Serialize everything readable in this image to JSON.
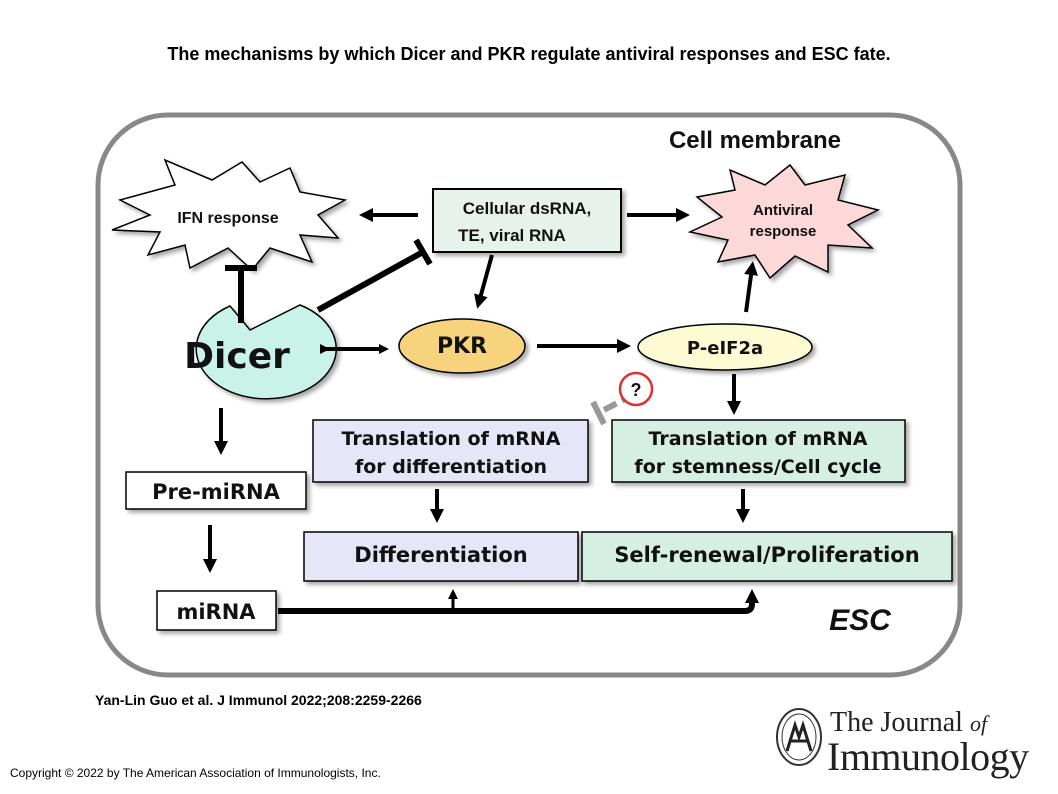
{
  "title": "The mechanisms by which Dicer and PKR regulate antiviral responses and ESC fate.",
  "diagram": {
    "cell_membrane": "Cell membrane",
    "esc": "ESC",
    "ifn_response": "IFN response",
    "dsrna_line1": "Cellular dsRNA,",
    "dsrna_line2": "TE, viral RNA",
    "antiviral_line1": "Antiviral",
    "antiviral_line2": "response",
    "dicer": "Dicer",
    "pkr": "PKR",
    "peif2a": "P-eIF2a",
    "question": "?",
    "trans_diff_line1": "Translation of mRNA",
    "trans_diff_line2": "for differentiation",
    "trans_stem_line1": "Translation of mRNA",
    "trans_stem_line2": "for stemness/Cell cycle",
    "pre_mirna": "Pre-miRNA",
    "mirna": "miRNA",
    "differentiation": "Differentiation",
    "self_renewal": "Self-renewal/Proliferation"
  },
  "citation": "Yan-Lin Guo et al. J Immunol 2022;208:2259-2266",
  "copyright": "Copyright © 2022 by The American Association of Immunologists, Inc.",
  "logo": {
    "the": "The",
    "journal": "Journal",
    "of": "of",
    "immunology": "Immunology"
  },
  "colors": {
    "dicer_fill": "#c9f2e9",
    "pkr_fill": "#f7d37e",
    "peif2a_fill": "#fdfbd4",
    "antiviral_fill": "#fcd8d8",
    "dsrna_fill": "#e6f2ea",
    "diff_fill": "#e6e6f8",
    "stem_fill": "#d6efe3",
    "question_circle": "#e03030"
  }
}
